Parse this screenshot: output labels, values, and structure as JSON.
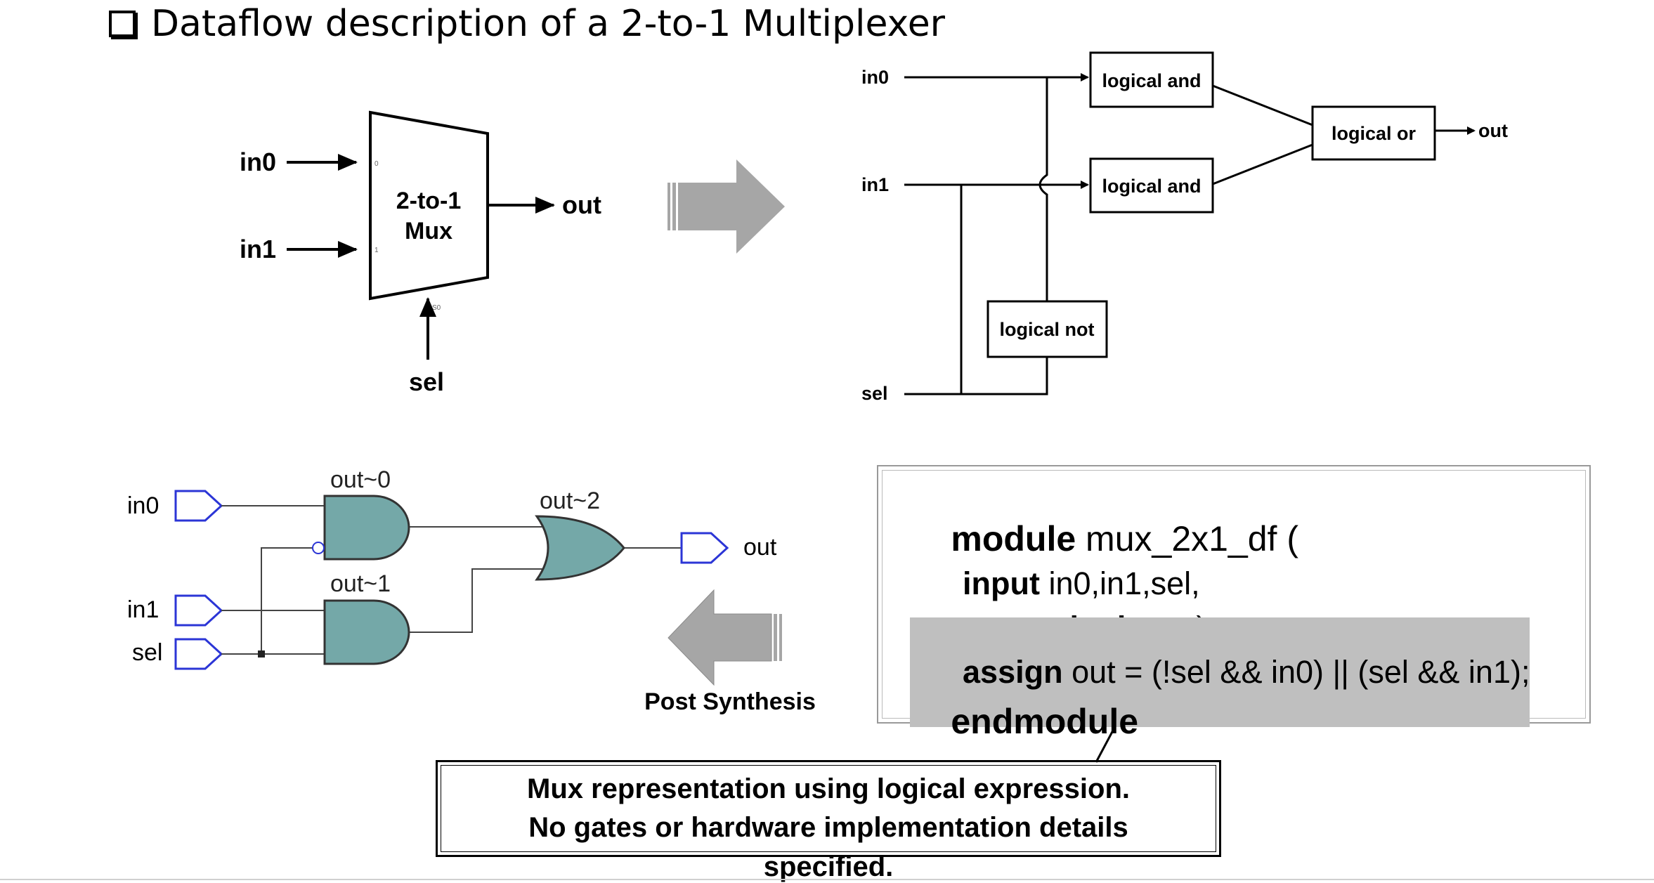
{
  "title": "Dataflow description of a 2-to-1 Multiplexer",
  "mux_symbol": {
    "inputs": [
      "in0",
      "in1"
    ],
    "select": "sel",
    "output": "out",
    "body_line1": "2-to-1",
    "body_line2": "Mux",
    "port_hint0": "0",
    "port_hint1": "1",
    "port_hint_sel": "S0"
  },
  "logic_diagram": {
    "in0": "in0",
    "in1": "in1",
    "sel": "sel",
    "and_top": "logical and",
    "and_bottom": "logical and",
    "not_gate": "logical not",
    "or_gate": "logical or",
    "out": "out"
  },
  "synthesis": {
    "in0": "in0",
    "in1": "in1",
    "sel": "sel",
    "out": "out",
    "and0": "out~0",
    "and1": "out~1",
    "or2": "out~2",
    "caption": "Post Synthesis"
  },
  "code": {
    "l1_kw": "module",
    "l1_rest": " mux_2x1_df (",
    "l2_kw": "input",
    "l2_rest": " in0,in1,sel,",
    "l3_kw": "output logic",
    "l3_rest": " out);",
    "l4_kw": "assign",
    "l4_rest": " out = (!sel && in0) || (sel && in1);",
    "l5_kw": "endmodule"
  },
  "note": {
    "line1": "Mux representation using logical expression.",
    "line2": "No gates or hardware implementation details",
    "line3": "specified."
  },
  "colors": {
    "gate_fill": "#74a8a8",
    "port_outline": "#2b35d6",
    "arrow_fill": "#a6a6a6",
    "highlight": "#bfbfbf"
  }
}
